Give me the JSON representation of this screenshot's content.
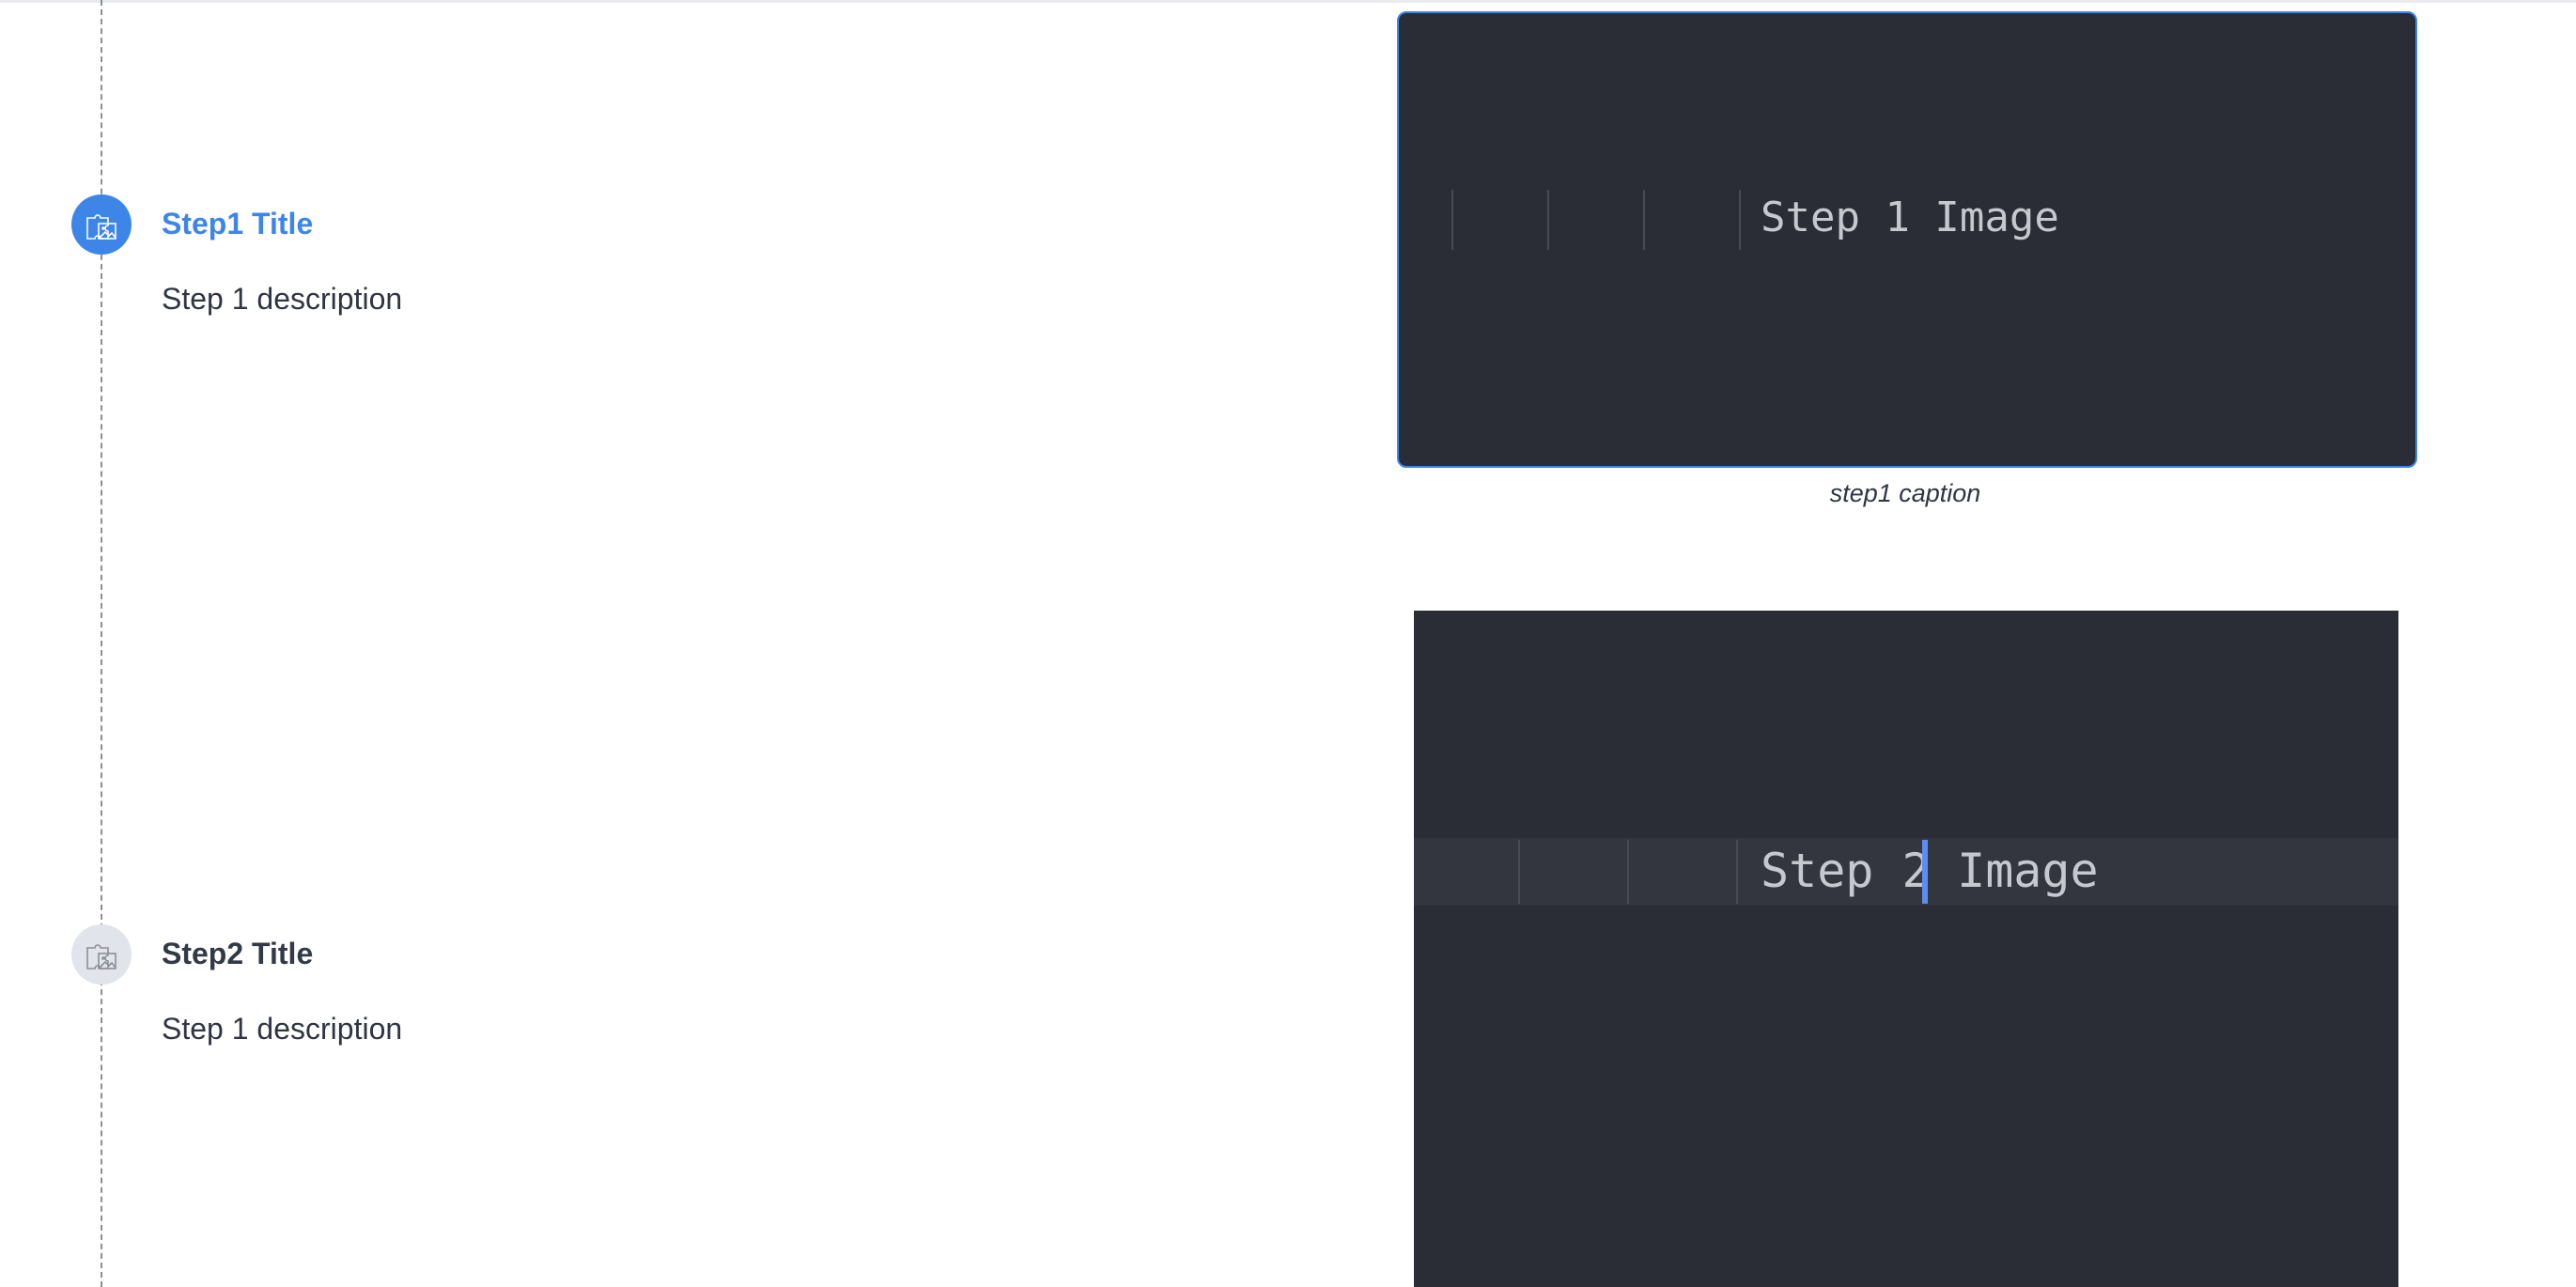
{
  "timeline": {
    "steps": [
      {
        "title": "Step1 Title",
        "description": "Step 1 description",
        "icon": "puzzle-image-icon",
        "state": "active",
        "image": {
          "text_before_cursor": "Step 1 Image",
          "text_after_cursor": "",
          "caption": "step1 caption"
        }
      },
      {
        "title": "Step2 Title",
        "description": "Step 1 description",
        "icon": "puzzle-image-icon",
        "state": "inactive",
        "image": {
          "text_before_cursor": "Step 2",
          "text_after_cursor": " Image",
          "caption": ""
        }
      }
    ]
  },
  "colors": {
    "accent": "#3d86e8",
    "inactive_icon_bg": "#e1e4ea",
    "editor_bg": "#2a2d35",
    "editor_text": "#c5c8ce",
    "cursor": "#5b8ef0"
  }
}
